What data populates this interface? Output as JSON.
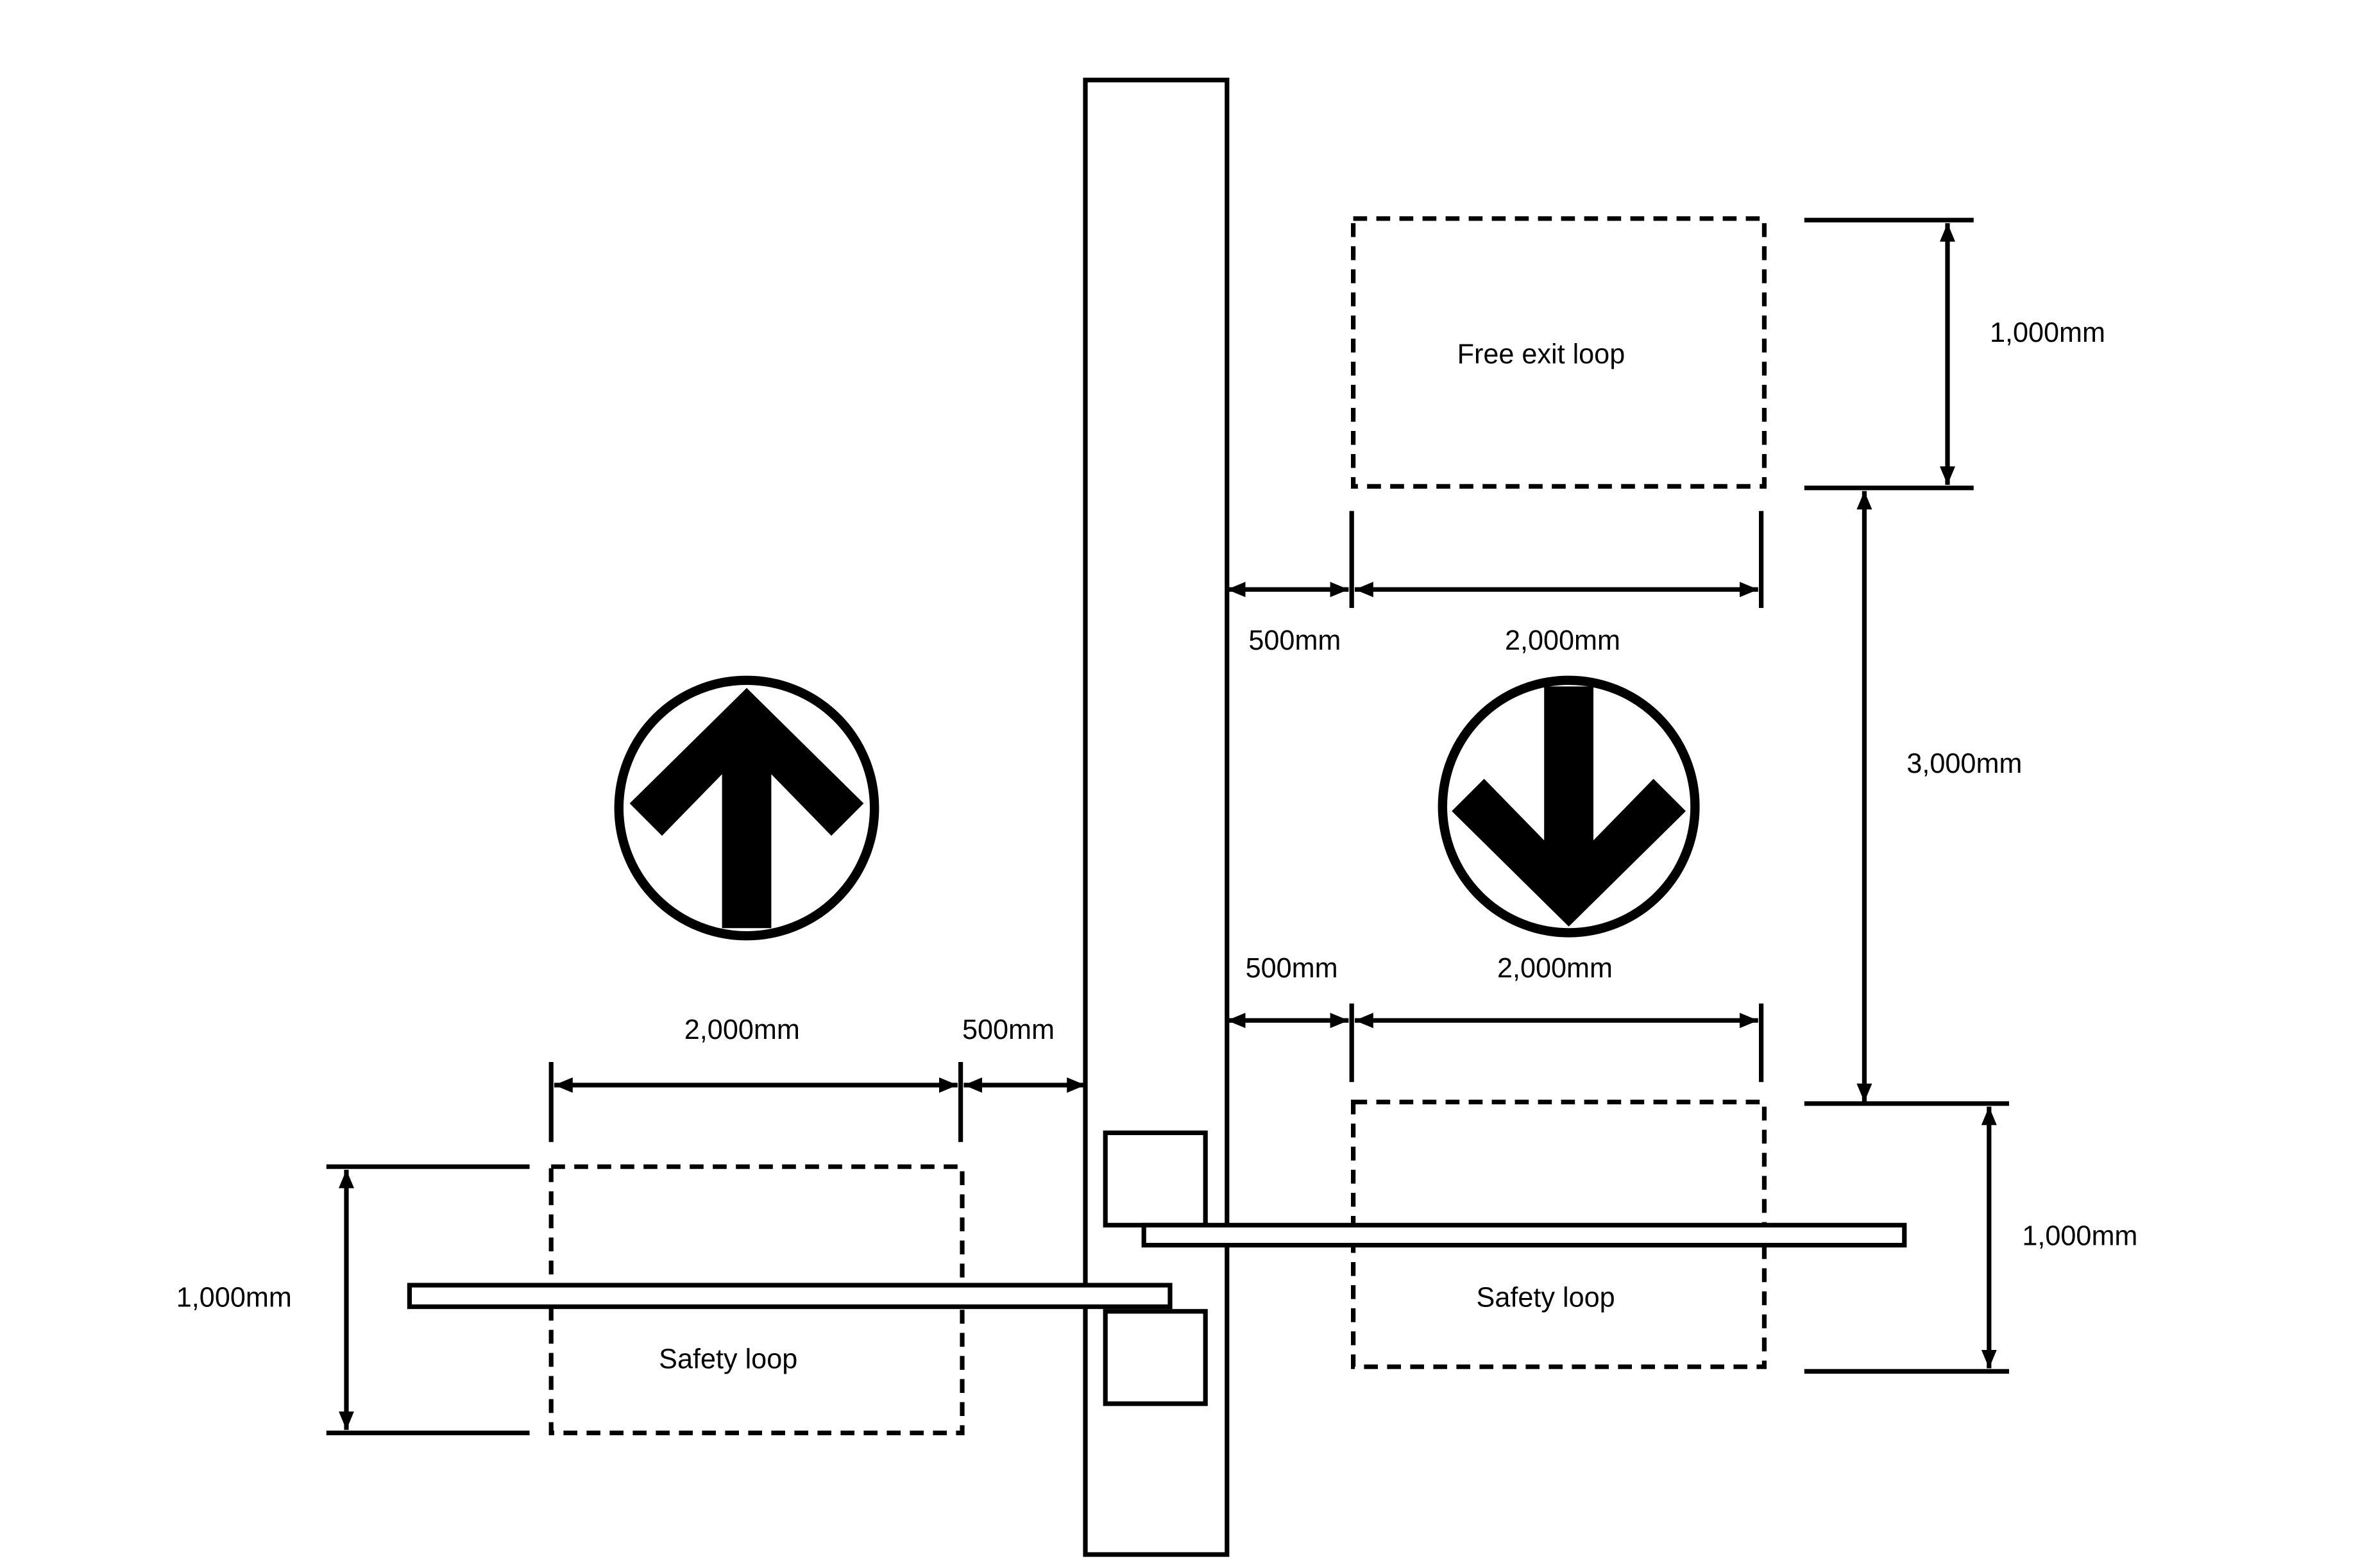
{
  "loops": {
    "free_exit": "Free exit loop",
    "safety_right": "Safety loop",
    "safety_left": "Safety loop"
  },
  "dims": {
    "right_top_height": "1,000mm",
    "right_top_offset": "500mm",
    "right_top_width": "2,000mm",
    "right_gap": "3,000mm",
    "right_bottom_offset": "500mm",
    "right_bottom_width": "2,000mm",
    "right_bottom_height": "1,000mm",
    "left_width": "2,000mm",
    "left_offset": "500mm",
    "left_height": "1,000mm"
  },
  "arrows": {
    "left_direction": "up",
    "right_direction": "down"
  },
  "colors": {
    "line": "#000000",
    "background": "#ffffff"
  }
}
